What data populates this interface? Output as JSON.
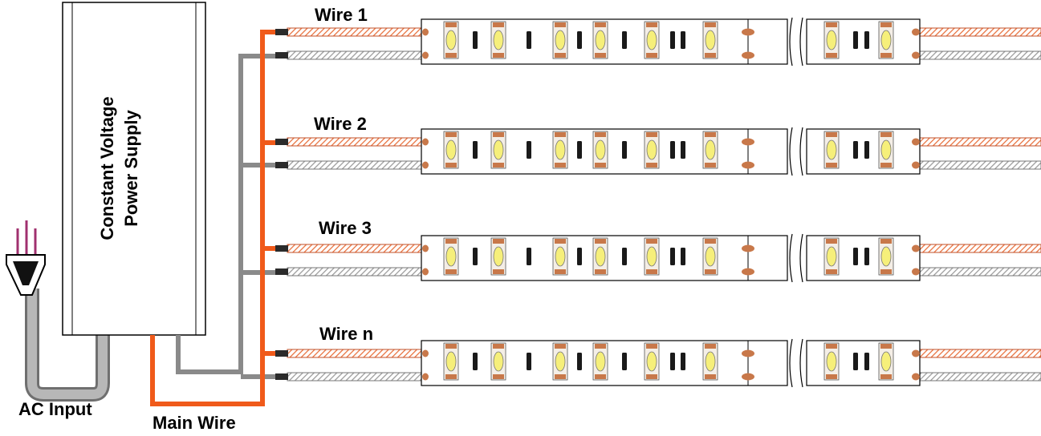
{
  "power_supply": {
    "line1": "Constant Voltage",
    "line2": "Power Supply"
  },
  "labels": {
    "ac_input": "AC Input",
    "main_wire": "Main Wire"
  },
  "wires": [
    {
      "label": "Wire 1"
    },
    {
      "label": "Wire 2"
    },
    {
      "label": "Wire 3"
    },
    {
      "label": "Wire n"
    }
  ],
  "colors": {
    "positive_wire": "#f05a1a",
    "negative_wire": "#8a8a8a",
    "copper_pad": "#c8784a",
    "led_yellow": "#f6ef7a",
    "plug_pins": "#a0306f"
  },
  "icons": {
    "plug": "ac-plug-icon",
    "led": "smd-led-icon",
    "resistor": "resistor-icon"
  }
}
